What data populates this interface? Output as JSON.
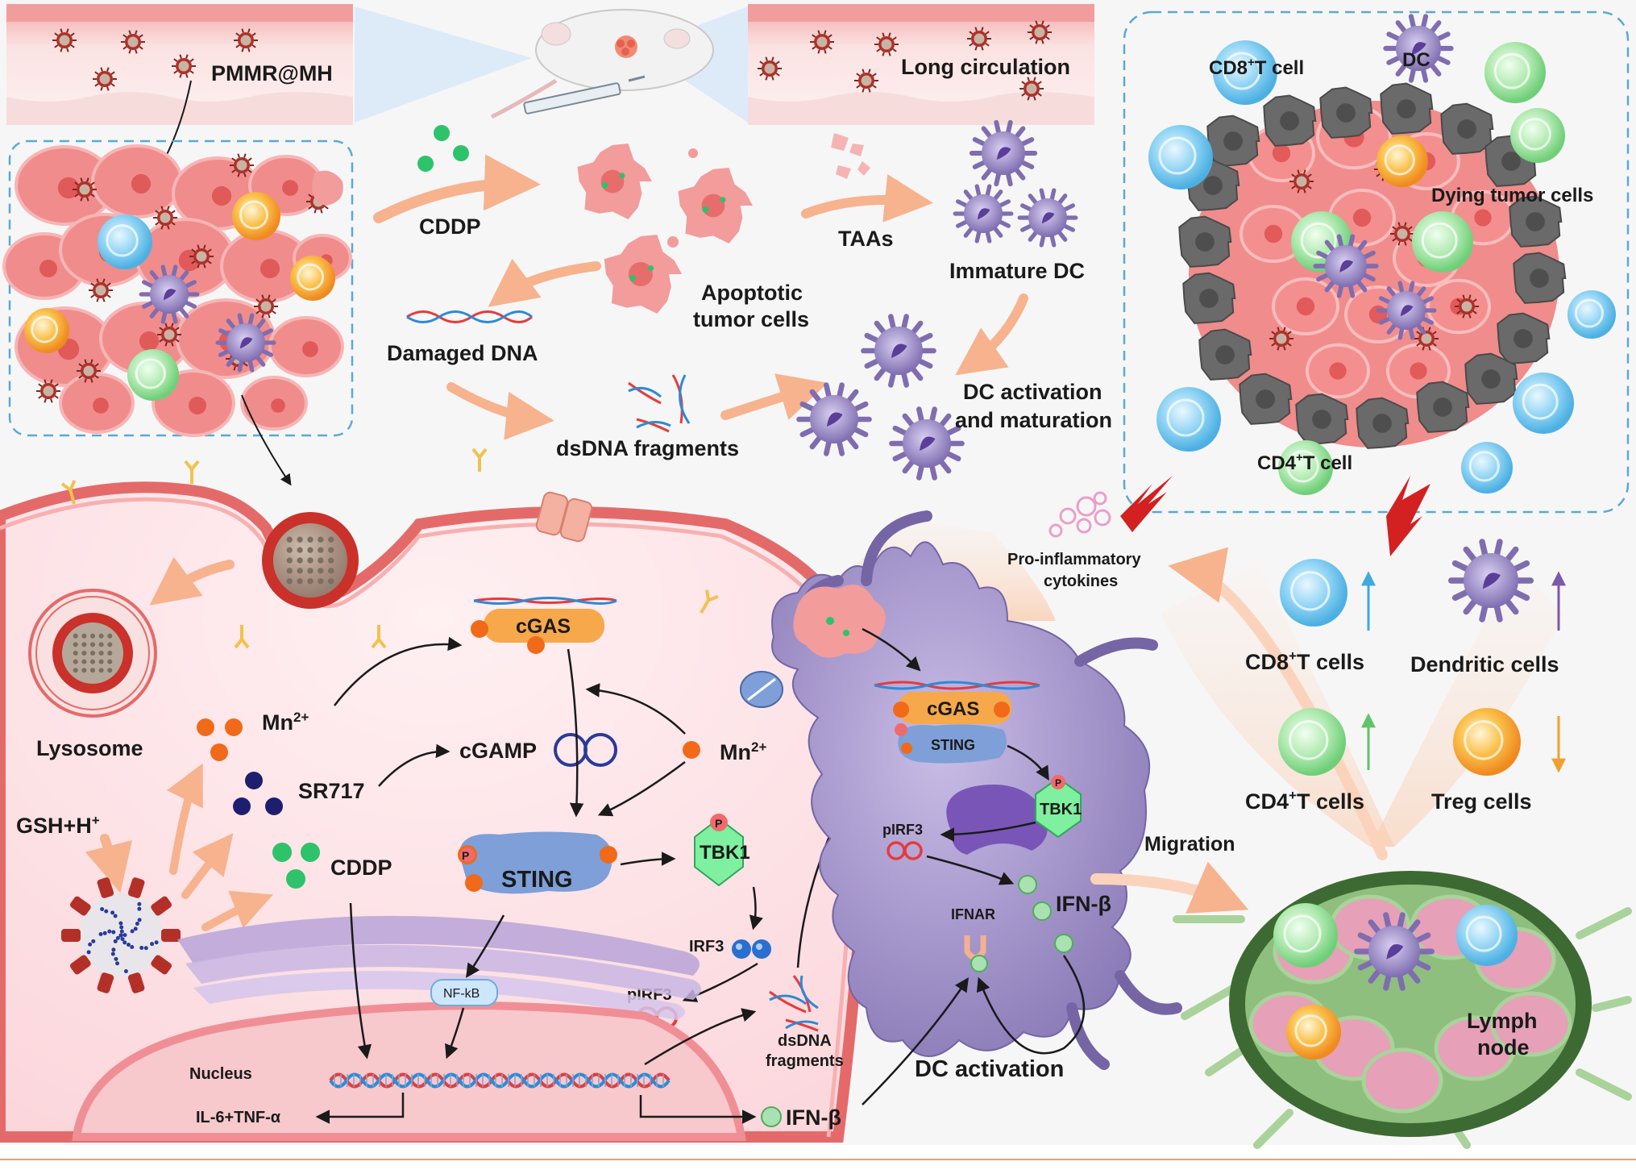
{
  "top_panel": {
    "nanoparticle_label": "PMMR@MH",
    "circulation_label": "Long circulation"
  },
  "tumor_process": {
    "cddp_label": "CDDP",
    "apoptotic_label_line1": "Apoptotic",
    "apoptotic_label_line2": "tumor cells",
    "taas_label": "TAAs",
    "immature_dc_label": "Immature DC",
    "damaged_dna_label": "Damaged DNA",
    "dsdna_label": "dsDNA fragments",
    "dc_activation_line1": "DC activation",
    "dc_activation_line2": "and maturation"
  },
  "tumor_microenv": {
    "cd8_label": "CD8",
    "cd8_sup": "+",
    "cd8_suffix": "T cell",
    "dc_label": "DC",
    "dying_label": "Dying tumor cells",
    "cd4_label": "CD4",
    "cd4_sup": "+",
    "cd4_suffix": "T cell"
  },
  "cell_interior": {
    "lysosome_label": "Lysosome",
    "gsh_label": "GSH+H",
    "gsh_sup": "+",
    "mn_label": "Mn",
    "mn_sup": "2+",
    "sr717_label": "SR717",
    "cddp_label": "CDDP",
    "cgamp_label": "cGAMP",
    "cgas_label": "cGAS",
    "sting_label": "STING",
    "tbk1_label": "TBK1",
    "p_label": "P",
    "irf3_label": "IRF3",
    "pirf3_label": "pIRF3",
    "nfkb_label": "NF-kB",
    "nucleus_label": "Nucleus",
    "il6_label": "IL-6+TNF-α",
    "ifnb_label": "IFN-β",
    "dsdna_line1": "dsDNA",
    "dsdna_line2": "fragments",
    "mn2_label": "Mn",
    "mn2_sup": "2+"
  },
  "dc_cell": {
    "cgas_label": "cGAS",
    "sting_label": "STING",
    "tbk1_label": "TBK1",
    "pirf3_label": "pIRF3",
    "ifnar_label": "IFNAR",
    "ifnb_label": "IFN-β",
    "dc_activation_label": "DC activation"
  },
  "lymph_panel": {
    "cytokines_line1": "Pro-inflammatory",
    "cytokines_line2": "cytokines",
    "cd8_cells_label": "CD8",
    "cd8_cells_sup": "+",
    "cd8_cells_suffix": "T cells",
    "dendritic_label": "Dendritic cells",
    "cd4_cells_label": "CD4",
    "cd4_cells_sup": "+",
    "cd4_cells_suffix": "T cells",
    "treg_label": "Treg cells",
    "migration_label": "Migration",
    "lymph_line1": "Lymph",
    "lymph_line2": "node"
  },
  "colors": {
    "tumor_pink": "#f08c8c",
    "membrane_red": "#e46a6a",
    "dc_purple": "#8a7bb5",
    "cd8_blue": "#6fc3ec",
    "cd4_green": "#9ee0a0",
    "treg_orange": "#f7a93a",
    "sting_blue": "#7e9fd8",
    "tbk1_green": "#7ef0a0",
    "bottom_rule": "#e8a070"
  }
}
